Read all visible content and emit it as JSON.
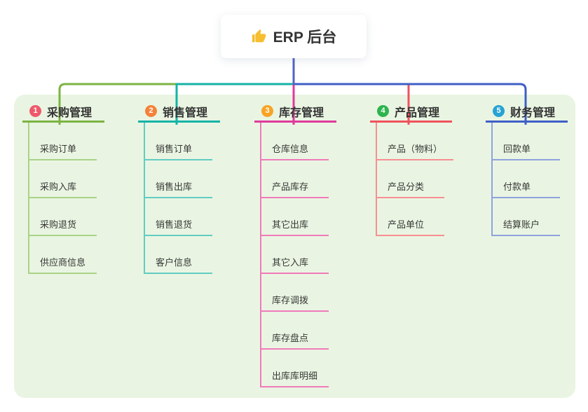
{
  "root": {
    "title": "ERP 后台",
    "icon": "thumbs-up-icon",
    "line_color": "#5064c8"
  },
  "branches": [
    {
      "number": "1",
      "label": "采购管理",
      "colors": {
        "badge": "#ee5a6a",
        "line": "#7cb342",
        "subline": "#a9d388"
      },
      "children": [
        "采购订单",
        "采购入库",
        "采购退货",
        "供应商信息"
      ]
    },
    {
      "number": "2",
      "label": "销售管理",
      "colors": {
        "badge": "#f5813a",
        "line": "#14b3a7",
        "subline": "#63ccc3"
      },
      "children": [
        "销售订单",
        "销售出库",
        "销售退货",
        "客户信息"
      ]
    },
    {
      "number": "3",
      "label": "库存管理",
      "colors": {
        "badge": "#f7a426",
        "line": "#e0399d",
        "subline": "#f07bba"
      },
      "children": [
        "仓库信息",
        "产品库存",
        "其它出库",
        "其它入库",
        "库存调拨",
        "库存盘点",
        "出库库明细"
      ]
    },
    {
      "number": "4",
      "label": "产品管理",
      "colors": {
        "badge": "#2eb44f",
        "line": "#ef525e",
        "subline": "#f78f92"
      },
      "children": [
        "产品（物料）",
        "产品分类",
        "产品单位"
      ]
    },
    {
      "number": "5",
      "label": "财务管理",
      "colors": {
        "badge": "#27a3d4",
        "line": "#3f5fc6",
        "subline": "#8fa2de"
      },
      "children": [
        "回款单",
        "付款单",
        "结算账户"
      ]
    }
  ],
  "canvas": {
    "background": "#ffffff",
    "panel_background": "#e9f5e2",
    "text_color": "#333333"
  }
}
